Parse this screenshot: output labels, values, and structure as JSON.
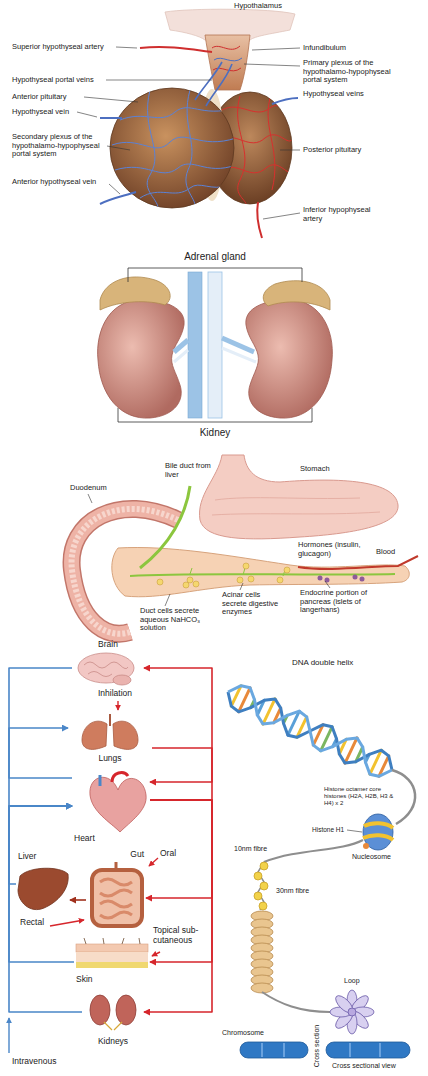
{
  "diagram": {
    "nodes": [
      {
        "text": [
          "Brain"
        ]
      },
      {
        "text": [
          "Lungs"
        ]
      },
      {
        "text": [
          "Heart"
        ]
      },
      {
        "text": [
          "Liver"
        ]
      },
      {
        "text": [
          "Gut"
        ]
      },
      {
        "text": [
          "Skin"
        ]
      },
      {
        "text": [
          "Kidneys"
        ]
      }
    ],
    "edges": [
      {
        "from": 2,
        "to": 0,
        "arrow": "to"
      },
      {
        "from": 0,
        "to": 2,
        "arrow": "to"
      },
      {
        "from": 2,
        "to": 1,
        "arrow": "to"
      },
      {
        "from": 1,
        "to": 2,
        "arrow": "to"
      },
      {
        "from": 2,
        "to": 4,
        "arrow": "to"
      },
      {
        "from": 4,
        "to": 3,
        "arrow": "to"
      },
      {
        "from": 3,
        "to": 2,
        "arrow": "to"
      },
      {
        "from": 2,
        "to": 5,
        "arrow": "to"
      },
      {
        "from": 5,
        "to": 2,
        "arrow": "to"
      },
      {
        "from": 2,
        "to": 6,
        "arrow": "to"
      },
      {
        "from": 6,
        "to": 2,
        "arrow": "to"
      }
    ],
    "labels": [
      "Hypothalamus",
      "Superior hypothyseal artery",
      "Hypothyseal portal veins",
      "Anterior pituitary",
      "Hypothyseal vein",
      "Secondary plexus of the hypothalamo-hypophyseal portal system",
      "Anterior hypothyseal vein",
      "Infundibulum",
      "Primary plexus of the hypothalamo-hypophyseal portal system",
      "Hypothyseal veins",
      "Posterior pituitary",
      "Inferior hypophyseal artery",
      "Adrenal gland",
      "Kidney",
      "Bile duct from liver",
      "Stomach",
      "Duodenum",
      "Hormones (insulin, glucagon)",
      "Blood",
      "Acinar cells secrete digestive enzymes",
      "Endocrine portion of pancreas (islets of langerhans)",
      "Duct cells secrete aqueous NaHCO₃ solution",
      "Inhilation",
      "Oral",
      "Rectal",
      "Topical sub-cutaneous",
      "Intravenous",
      "DNA double helix",
      "Histone octamer core histones (H2A, H2B, H3 & H4) x 2",
      "Histone H1",
      "Nucleosome",
      "10nm fibre",
      "30nm fibre",
      "Loop",
      "Chromosome",
      "Cross sectional view",
      "Cross section"
    ]
  }
}
